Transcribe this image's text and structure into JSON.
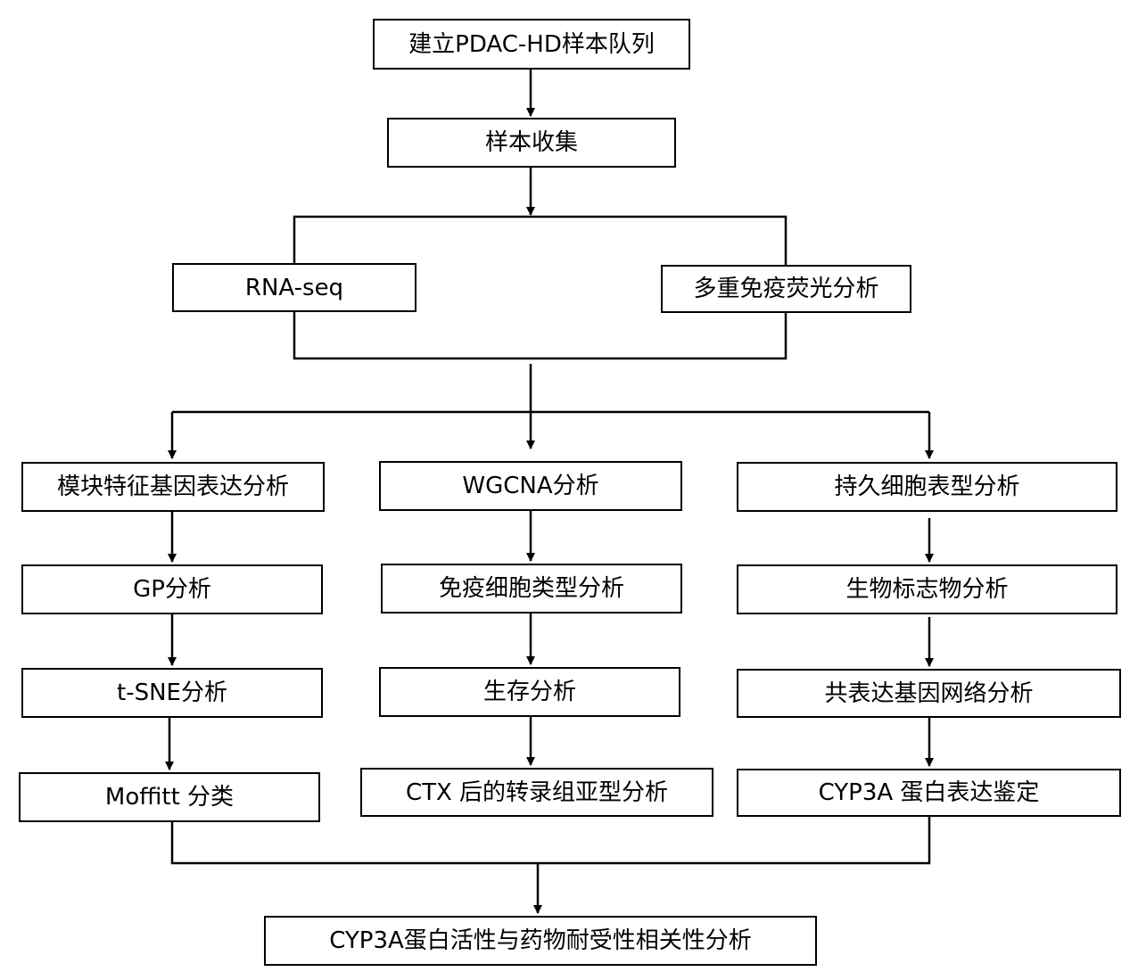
{
  "colors": {
    "stroke": "#000000",
    "fill": "#ffffff",
    "text": "#000000"
  },
  "nodes": {
    "cohort": "建立PDAC-HD样本队列",
    "collection": "样本收集",
    "rnaseq": "RNA-seq",
    "mif": "多重免疫荧光分析",
    "module": "模块特征基因表达分析",
    "wgcna": "WGCNA分析",
    "persistent": "持久细胞表型分析",
    "gp": "GP分析",
    "immune": "免疫细胞类型分析",
    "biomarker": "生物标志物分析",
    "tsne": "t-SNE分析",
    "survival": "生存分析",
    "coexpr": "共表达基因网络分析",
    "moffitt": "Moffitt 分类",
    "ctx": "CTX 后的转录组亚型分析",
    "cyp3a_expr": "CYP3A 蛋白表达鉴定",
    "final": "CYP3A蛋白活性与药物耐受性相关性分析"
  }
}
